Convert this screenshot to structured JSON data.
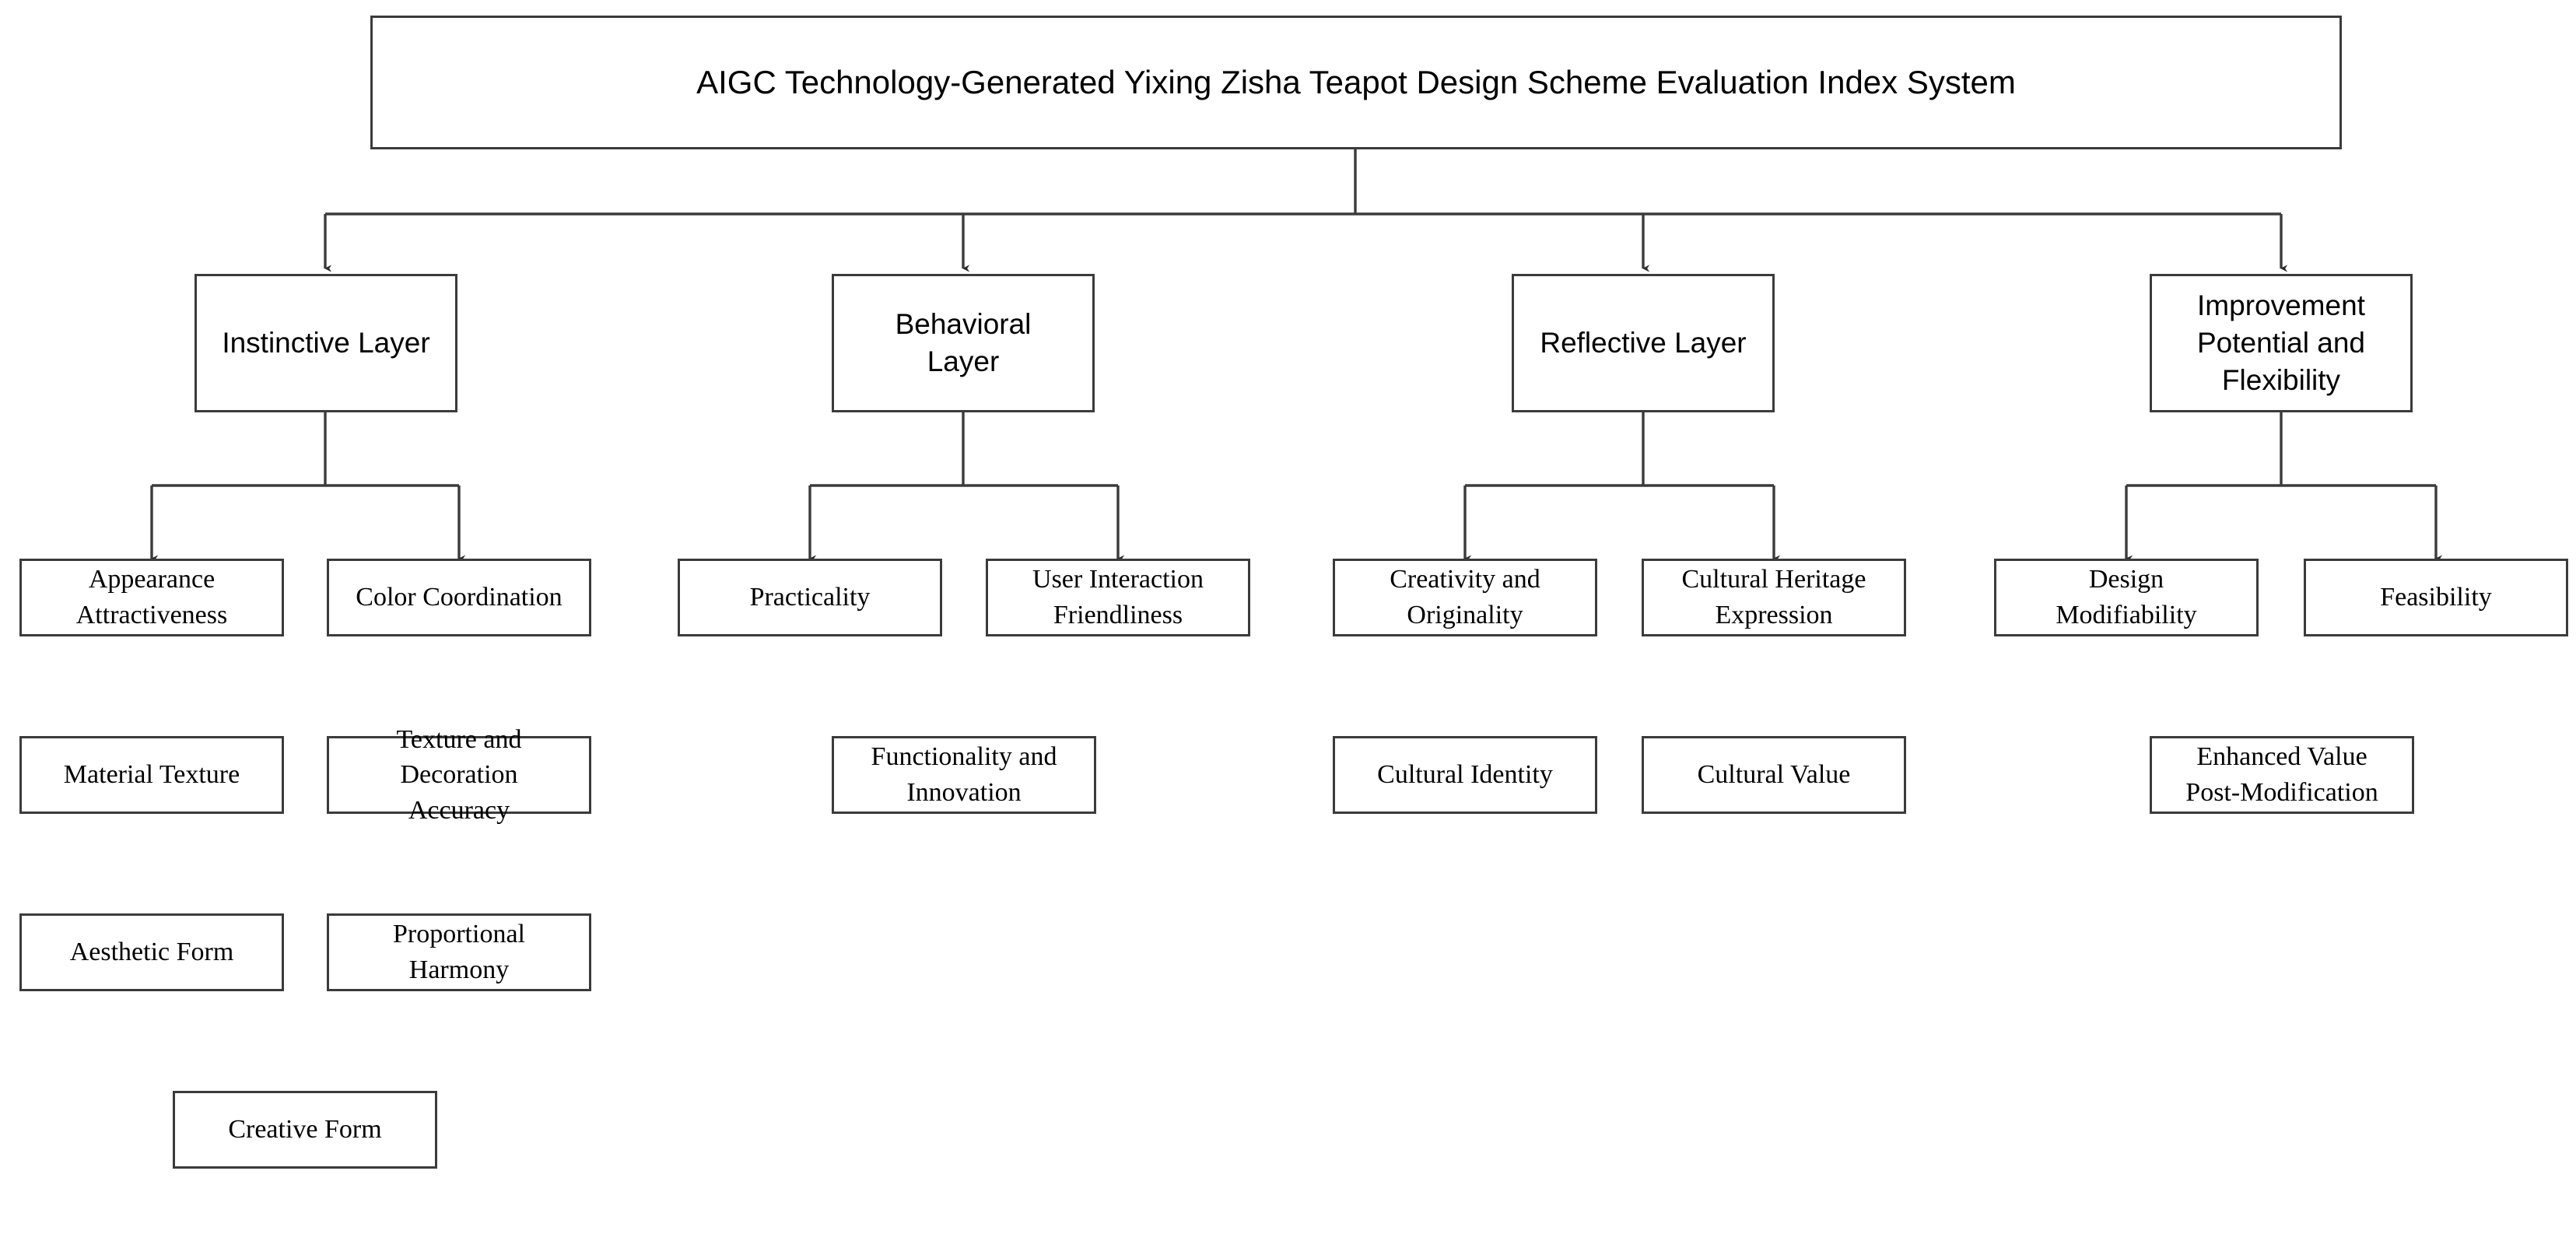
{
  "diagram": {
    "type": "hierarchy-tree",
    "title": "AIGC Technology-Generated Yixing Zisha Teapot Design Scheme Evaluation Index System",
    "colors": {
      "background": "#ffffff",
      "box_border": "#3b3b3b",
      "connector": "#3b3b3b",
      "text": "#000000"
    },
    "root": {
      "label": "AIGC Technology-Generated Yixing Zisha Teapot Design Scheme Evaluation Index System"
    },
    "branches": [
      {
        "label": "Instinctive Layer",
        "children": [
          {
            "label": "Appearance\nAttractiveness"
          },
          {
            "label": "Color Coordination"
          },
          {
            "label": "Material Texture"
          },
          {
            "label": "Texture and\nDecoration\nAccuracy"
          },
          {
            "label": "Aesthetic Form"
          },
          {
            "label": "Proportional\nHarmony"
          },
          {
            "label": "Creative Form"
          }
        ]
      },
      {
        "label": "Behavioral\nLayer",
        "children": [
          {
            "label": "Practicality"
          },
          {
            "label": "User Interaction\nFriendliness"
          },
          {
            "label": "Functionality and\nInnovation"
          }
        ]
      },
      {
        "label": "Reflective Layer",
        "children": [
          {
            "label": "Creativity and\nOriginality"
          },
          {
            "label": "Cultural Heritage\nExpression"
          },
          {
            "label": "Cultural Identity"
          },
          {
            "label": "Cultural Value"
          }
        ]
      },
      {
        "label": "Improvement\nPotential and\nFlexibility",
        "children": [
          {
            "label": "Design\nModifiability"
          },
          {
            "label": "Feasibility"
          },
          {
            "label": "Enhanced Value\nPost-Modification"
          }
        ]
      }
    ]
  }
}
